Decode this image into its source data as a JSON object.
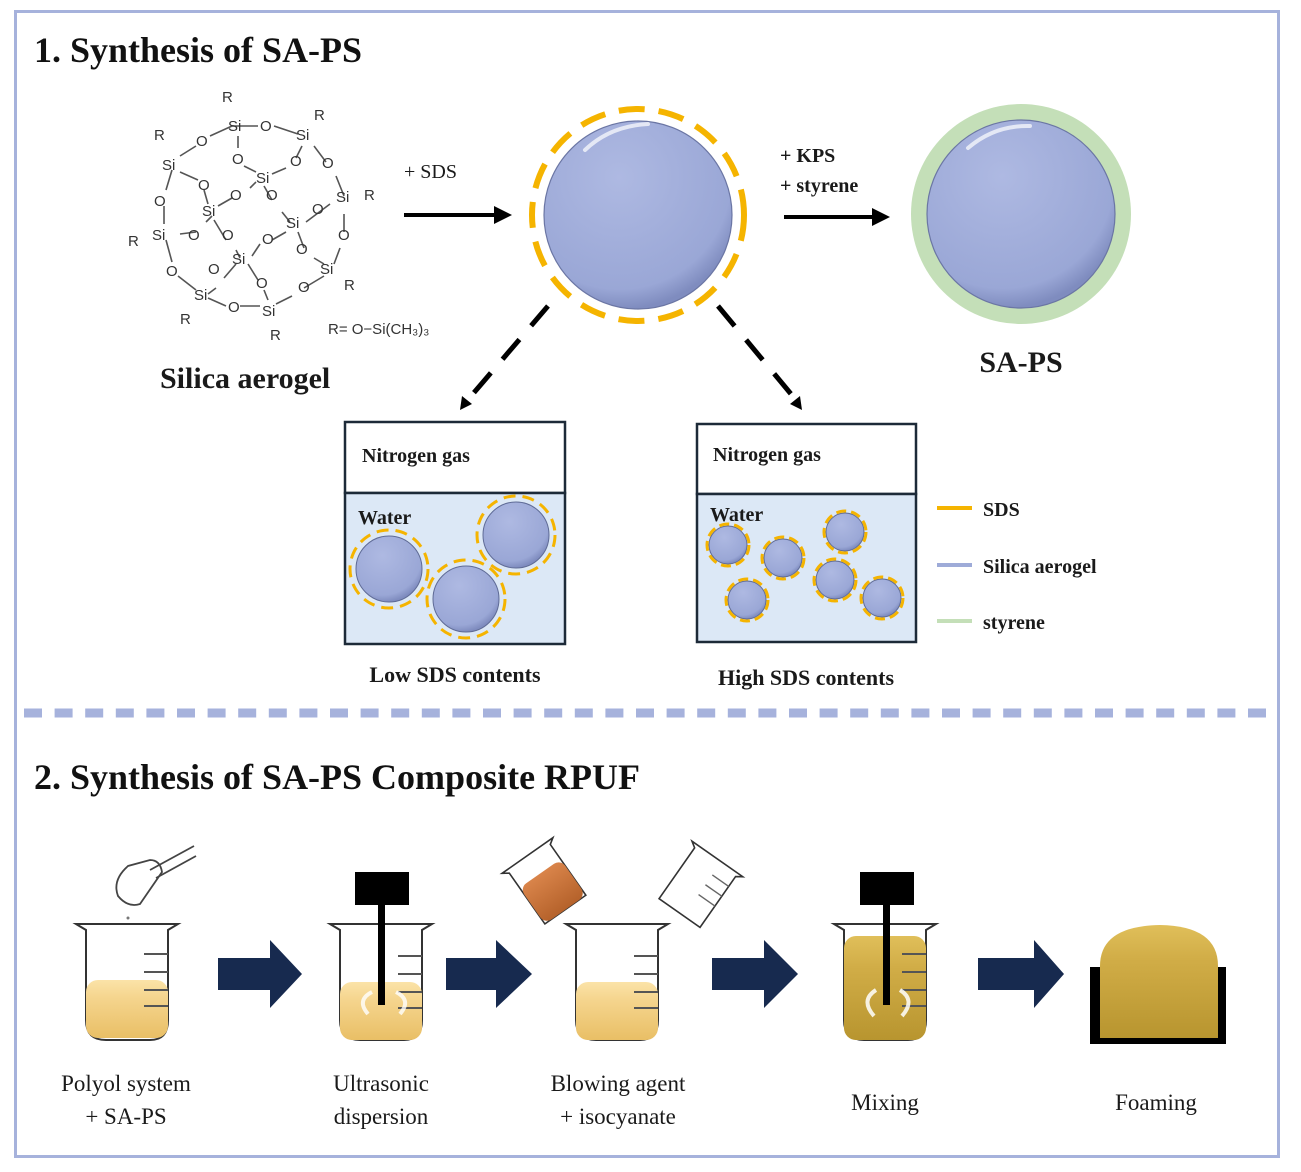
{
  "section1": {
    "title": "1. Synthesis of SA-PS",
    "silica_label": "Silica aerogel",
    "r_definition": "R= O−Si(CH₃)₃",
    "step1_reagent": "+ SDS",
    "step2_reagent_line1": "+ KPS",
    "step2_reagent_line2": "+ styrene",
    "product_label": "SA-PS",
    "boxes": [
      {
        "gas_label": "Nitrogen gas",
        "liquid_label": "Water",
        "caption": "Low SDS contents"
      },
      {
        "gas_label": "Nitrogen gas",
        "liquid_label": "Water",
        "caption": "High SDS contents"
      }
    ],
    "legend": [
      {
        "label": "SDS",
        "color": "#f5b400"
      },
      {
        "label": "Silica aerogel",
        "color": "#9eabd8"
      },
      {
        "label": "styrene",
        "color": "#c4dfb8"
      }
    ]
  },
  "section2": {
    "title": "2. Synthesis of SA-PS Composite RPUF",
    "steps": [
      {
        "line1": "Polyol system",
        "line2": "+ SA-PS"
      },
      {
        "line1": "Ultrasonic",
        "line2": "dispersion"
      },
      {
        "line1": "Blowing agent",
        "line2": "+ isocyanate"
      },
      {
        "line1": "Mixing",
        "line2": ""
      },
      {
        "line1": "Foaming",
        "line2": ""
      }
    ]
  },
  "colors": {
    "frame": "#a6b2dc",
    "divider": "#a6b2dc",
    "particle": "#9eabd8",
    "sds": "#f5b400",
    "styrene": "#c4dfb8",
    "water": "#dce8f6",
    "arrow_navy": "#172a4f",
    "polyol": "#f5d58e",
    "mixture": "#d1ad47",
    "isocyanate": "#c7733a"
  }
}
